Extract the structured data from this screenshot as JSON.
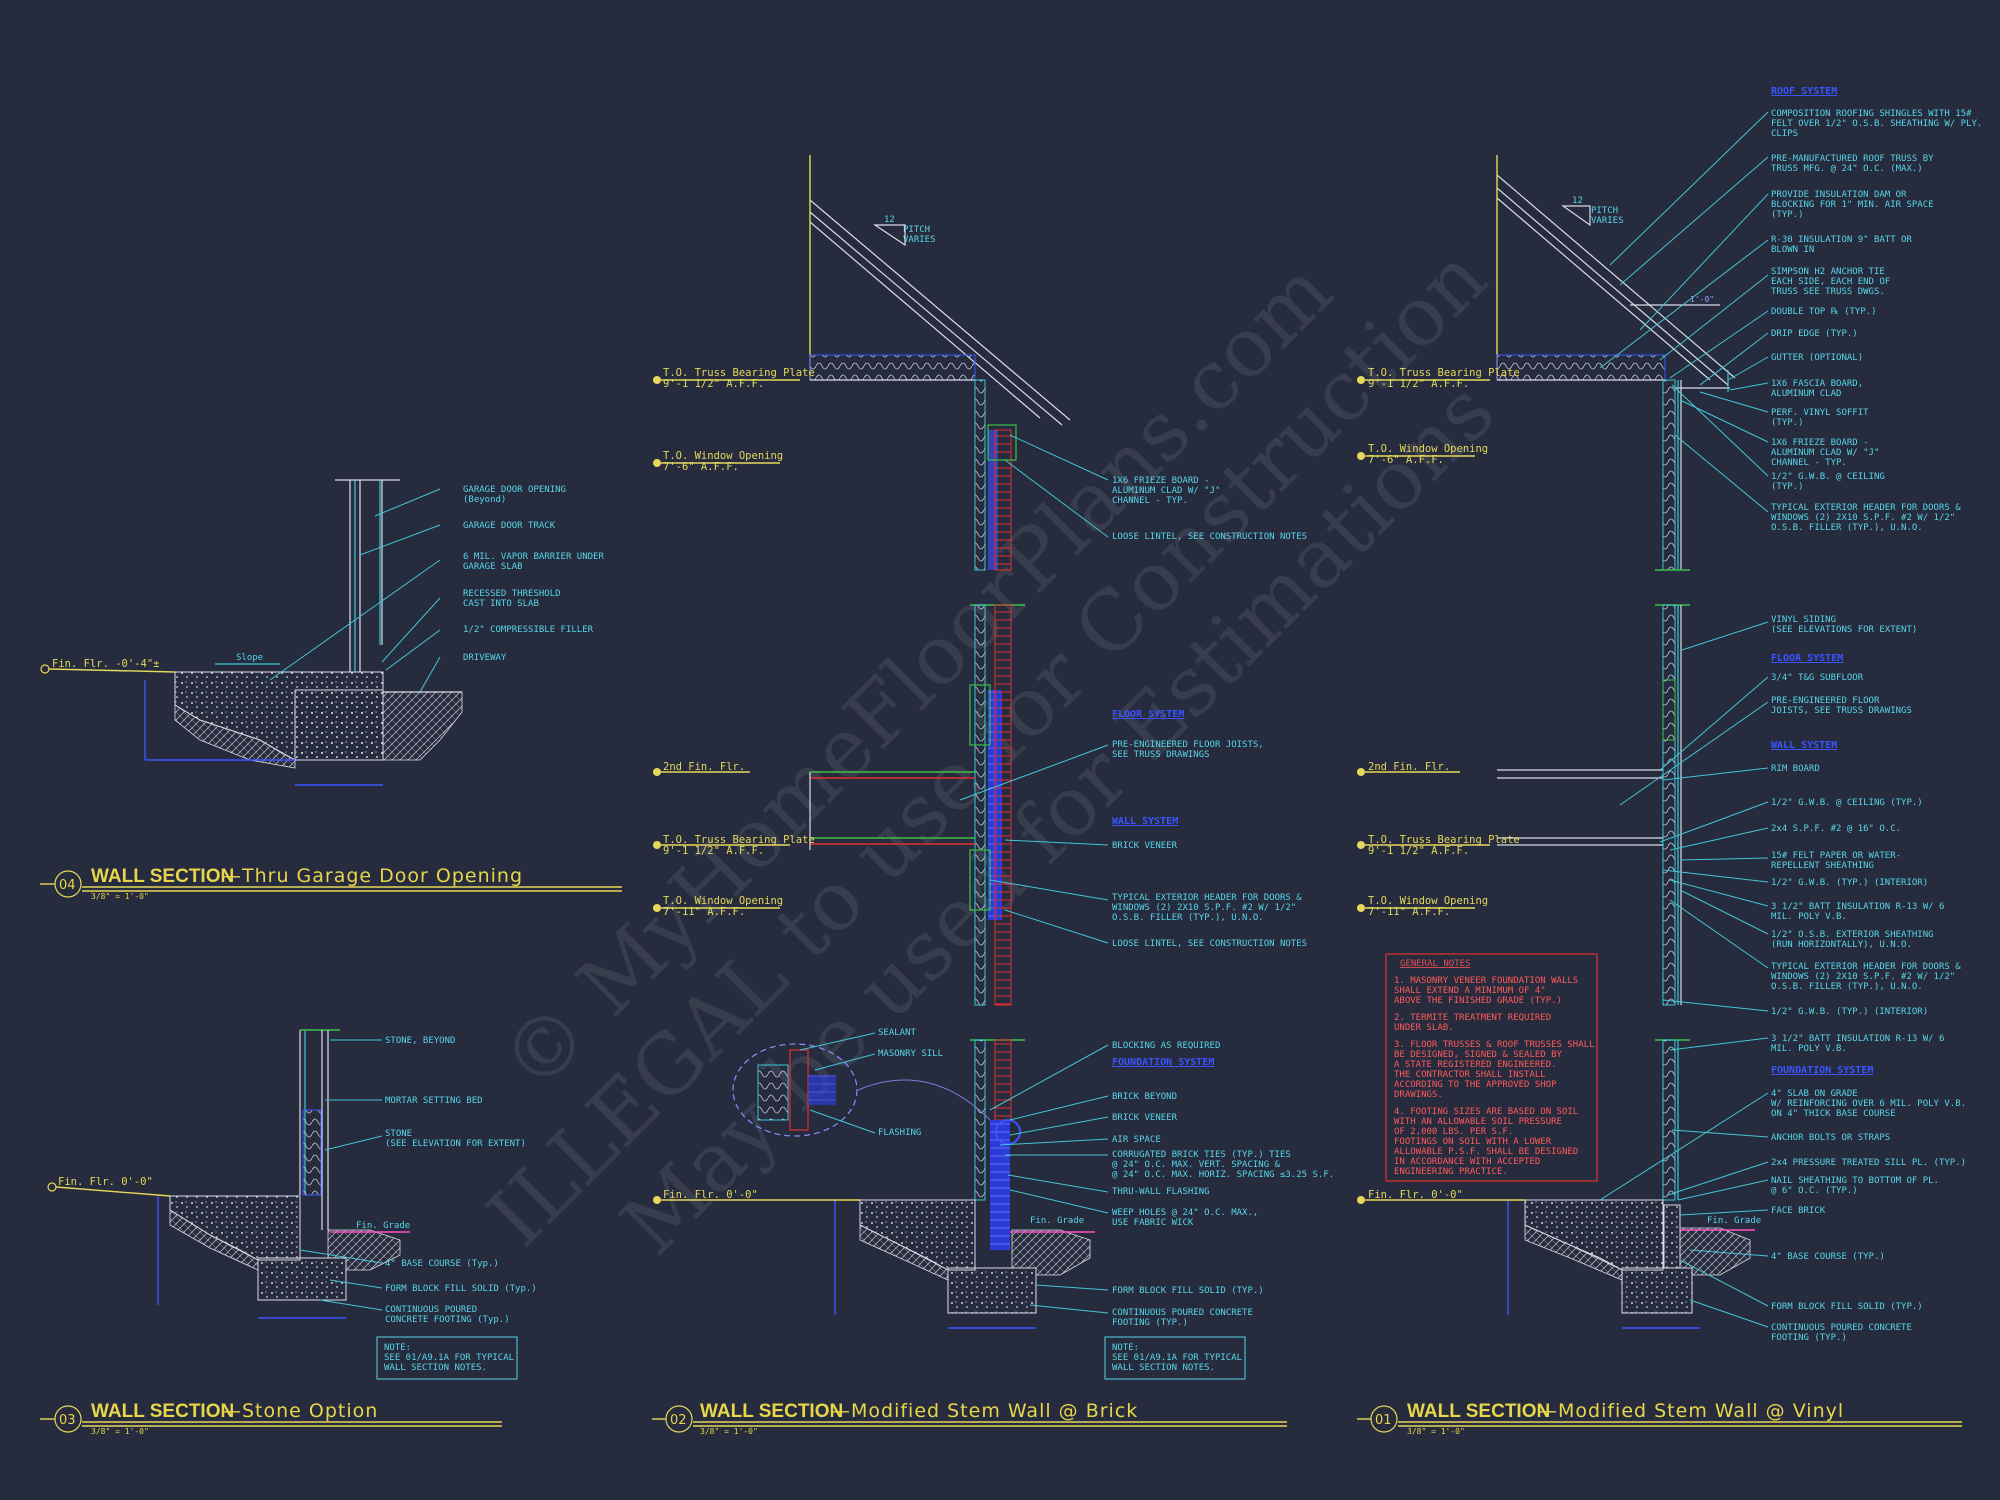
{
  "colors": {
    "background": "#262b3d",
    "notes": "#57d6e8",
    "titles": "#e8d64a",
    "system_headings": "#3a55ff",
    "general_notes": "#e05050"
  },
  "watermark": {
    "line1": "© MyHomeFloorPlans.com",
    "line2": "ILLEGAL to use for Construction",
    "line3": "May be used for Estimations"
  },
  "section04": {
    "number": "04",
    "title_bold": "WALL SECTION",
    "title_rest": "—Thru  Garage  Door  Opening",
    "scale": "3/8\" = 1'-0\"",
    "level": "Fin. Flr. -0'-4\"±",
    "slope": "Slope",
    "notes": [
      "GARAGE DOOR OPENING",
      "(Beyond)",
      "GARAGE DOOR TRACK",
      "6 MIL. VAPOR BARRIER UNDER",
      "GARAGE SLAB",
      "RECESSED THRESHOLD",
      "CAST INTO SLAB",
      "1/2\" COMPRESSIBLE FILLER",
      "DRIVEWAY"
    ]
  },
  "section03": {
    "number": "03",
    "title_bold": "WALL SECTION",
    "title_rest": "—Stone  Option",
    "scale": "3/8\" = 1'-0\"",
    "level": "Fin. Flr. 0'-0\"",
    "grade": "Fin. Grade",
    "notes": [
      "STONE, BEYOND",
      "MORTAR SETTING BED",
      "STONE",
      "(SEE ELEVATION FOR EXTENT)",
      "4\" BASE COURSE (Typ.)",
      "FORM BLOCK FILL SOLID (Typ.)",
      "CONTINUOUS POURED",
      "CONCRETE FOOTING (Typ.)"
    ],
    "box": [
      "NOTE:",
      "SEE 01/A9.1A FOR TYPICAL",
      "WALL SECTION NOTES."
    ]
  },
  "section02": {
    "number": "02",
    "title_bold": "WALL SECTION",
    "title_rest": "—Modified  Stem  Wall  @  Brick",
    "scale": "3/8\" = 1'-0\"",
    "pitch": [
      "12",
      "PITCH",
      "VARIES"
    ],
    "levels": [
      [
        "T.O. Truss Bearing Plate",
        "9'-1 1/2\" A.F.F."
      ],
      [
        "T.O. Window Opening",
        "7'-6\" A.F.F."
      ],
      [
        "2nd Fin. Flr.",
        ""
      ],
      [
        "T.O. Truss Bearing Plate",
        "9'-1 1/2\" A.F.F."
      ],
      [
        "T.O. Window Opening",
        "7'-11\" A.F.F."
      ],
      [
        "Fin. Flr. 0'-0\"",
        ""
      ]
    ],
    "grade": "Fin. Grade",
    "notes_top": [
      "1X6 FRIEZE BOARD -",
      "ALUMINUM CLAD W/ \"J\"",
      "CHANNEL - TYP.",
      "LOOSE LINTEL, SEE CONSTRUCTION NOTES"
    ],
    "floor_heading": "FLOOR SYSTEM",
    "floor_notes": [
      "PRE-ENGINEERED FLOOR JOISTS,",
      "SEE TRUSS DRAWINGS"
    ],
    "wall_heading": "WALL SYSTEM",
    "wall_notes": [
      "BRICK VENEER",
      "TYPICAL EXTERIOR HEADER FOR DOORS &",
      "WINDOWS (2) 2X10 S.P.F. #2 W/ 1/2\"",
      "O.S.B. FILLER (TYP.), U.N.O.",
      "LOOSE LINTEL, SEE CONSTRUCTION NOTES"
    ],
    "blocking": "BLOCKING AS REQUIRED",
    "found_heading": "FOUNDATION SYSTEM",
    "found_notes": [
      "BRICK BEYOND",
      "BRICK VENEER",
      "AIR SPACE",
      "CORRUGATED BRICK TIES (TYP.) TIES",
      "@ 24\" O.C. MAX. VERT. SPACING &",
      "@ 24\" O.C. MAX. HORIZ. SPACING ≤3.25 S.F.",
      "THRU-WALL FLASHING",
      "WEEP HOLES @ 24\" O.C. MAX.,",
      "USE FABRIC WICK",
      "FORM BLOCK FILL SOLID (TYP.)",
      "CONTINUOUS POURED CONCRETE",
      "FOOTING (TYP.)"
    ],
    "detail_notes": [
      "SEALANT",
      "MASONRY SILL",
      "FLASHING"
    ],
    "box": [
      "NOTE:",
      "SEE 01/A9.1A FOR TYPICAL",
      "WALL SECTION NOTES."
    ]
  },
  "section01": {
    "number": "01",
    "title_bold": "WALL SECTION",
    "title_rest": "—Modified  Stem  Wall  @  Vinyl",
    "scale": "3/8\" = 1'-0\"",
    "pitch": [
      "12",
      "PITCH",
      "VARIES"
    ],
    "dim": "1'-0\"",
    "levels": [
      [
        "T.O. Truss Bearing Plate",
        "9'-1 1/2\" A.F.F."
      ],
      [
        "T.O. Window Opening",
        "7'-6\" A.F.F."
      ],
      [
        "2nd Fin. Flr.",
        ""
      ],
      [
        "T.O. Truss Bearing Plate",
        "9'-1 1/2\" A.F.F."
      ],
      [
        "T.O. Window Opening",
        "7'-11\" A.F.F."
      ],
      [
        "Fin. Flr. 0'-0\"",
        ""
      ]
    ],
    "grade": "Fin. Grade",
    "roof_heading": "ROOF SYSTEM",
    "roof_notes": [
      "COMPOSITION ROOFING SHINGLES WITH 15#",
      "FELT OVER 1/2\" O.S.B. SHEATHING W/ PLY.",
      "CLIPS",
      "PRE-MANUFACTURED ROOF TRUSS BY",
      "TRUSS MFG. @ 24\" O.C. (MAX.)",
      "PROVIDE INSULATION DAM OR",
      "BLOCKING FOR 1\" MIN. AIR SPACE",
      "(TYP.)",
      "R-30 INSULATION 9\" BATT OR",
      "BLOWN IN",
      "SIMPSON H2 ANCHOR TIE",
      "EACH SIDE, EACH END OF",
      "TRUSS SEE TRUSS DWGS.",
      "DOUBLE TOP ℞ (TYP.)",
      "DRIP EDGE (TYP.)",
      "GUTTER (OPTIONAL)",
      "1X6 FASCIA BOARD,",
      "ALUMINUM CLAD",
      "PERF. VINYL SOFFIT",
      "(TYP.)",
      "1X6 FRIEZE BOARD -",
      "ALUMINUM CLAD W/ \"J\"",
      "CHANNEL - TYP.",
      "1/2\" G.W.B. @ CEILING",
      "(TYP.)",
      "TYPICAL EXTERIOR HEADER FOR DOORS &",
      "WINDOWS (2) 2X10 S.P.F. #2 W/ 1/2\"",
      "O.S.B. FILLER (TYP.), U.N.O."
    ],
    "siding": [
      "VINYL SIDING",
      "(SEE ELEVATIONS FOR EXTENT)"
    ],
    "floor_heading": "FLOOR SYSTEM",
    "floor_notes": [
      "3/4\" T&G SUBFLOOR",
      "PRE-ENGINEERED FLOOR",
      "JOISTS, SEE TRUSS DRAWINGS"
    ],
    "wall_heading": "WALL SYSTEM",
    "wall_notes": [
      "RIM BOARD",
      "1/2\" G.W.B. @ CEILING (TYP.)",
      "2x4 S.P.F. #2 @ 16\" O.C.",
      "15# FELT PAPER OR WATER-",
      "REPELLENT SHEATHING",
      "1/2\" G.W.B. (TYP.) (INTERIOR)",
      "3 1/2\" BATT INSULATION R-13 W/ 6",
      "MIL. POLY V.B.",
      "1/2\" O.S.B. EXTERIOR SHEATHING",
      "(RUN HORIZONTALLY), U.N.O.",
      "TYPICAL EXTERIOR HEADER FOR DOORS &",
      "WINDOWS (2) 2X10 S.P.F. #2 W/ 1/2\"",
      "O.S.B. FILLER (TYP.), U.N.O.",
      "1/2\" G.W.B. (TYP.) (INTERIOR)",
      "3 1/2\" BATT INSULATION R-13 W/ 6",
      "MIL. POLY V.B."
    ],
    "found_heading": "FOUNDATION SYSTEM",
    "found_notes": [
      "4\" SLAB ON GRADE",
      "W/ REINFORCING OVER 6 MIL. POLY V.B.",
      "ON 4\" THICK BASE COURSE",
      "ANCHOR BOLTS OR STRAPS",
      "2x4 PRESSURE TREATED SILL PL. (TYP.)",
      "NAIL SHEATHING TO BOTTOM OF PL.",
      "@ 6\" O.C. (TYP.)",
      "FACE BRICK",
      "4\" BASE COURSE (TYP.)",
      "FORM BLOCK FILL SOLID (TYP.)",
      "CONTINUOUS POURED CONCRETE",
      "FOOTING (TYP.)"
    ]
  },
  "general_notes": {
    "heading": "GENERAL NOTES",
    "lines": [
      "1. MASONRY VENEER FOUNDATION WALLS",
      "   SHALL EXTEND A MINIMUM OF 4\"",
      "   ABOVE THE FINISHED GRADE (TYP.)",
      "2. TERMITE TREATMENT REQUIRED",
      "   UNDER SLAB.",
      "3. FLOOR TRUSSES & ROOF TRUSSES SHALL",
      "   BE DESIGNED, SIGNED & SEALED BY",
      "   A STATE REGISTERED ENGINEERED.",
      "   THE CONTRACTOR SHALL INSTALL",
      "   ACCORDING TO THE APPROVED SHOP",
      "   DRAWINGS.",
      "4. FOOTING SIZES ARE BASED ON SOIL",
      "   WITH AN ALLOWABLE SOIL PRESSURE",
      "   OF 2,000 LBS. PER S.F.",
      "   FOOTINGS ON SOIL WITH A LOWER",
      "   ALLOWABLE P.S.F. SHALL BE DESIGNED",
      "   IN ACCORDANCE WITH ACCEPTED",
      "   ENGINEERING PRACTICE."
    ]
  }
}
